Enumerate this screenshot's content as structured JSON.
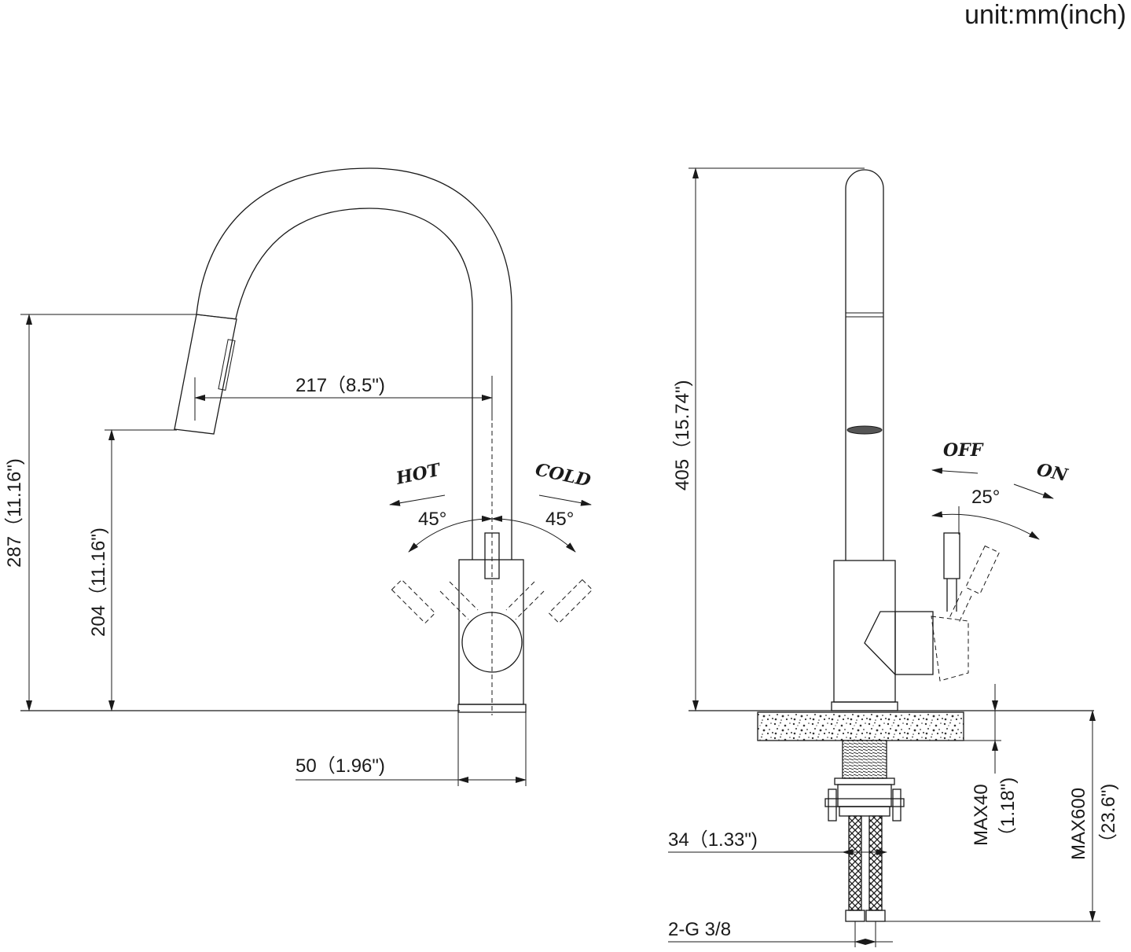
{
  "unit_label": "unit:mm(inch)",
  "front_view": {
    "dim_height_total": "287（11.16\")",
    "dim_height_spout": "204（11.16\")",
    "dim_reach": "217（8.5\")",
    "dim_base": "50（1.96\")",
    "label_hot": "HOT",
    "label_cold": "COLD",
    "angle_hot": "45°",
    "angle_cold": "45°"
  },
  "side_view": {
    "dim_height": "405（15.74\")",
    "label_off": "OFF",
    "label_on": "ON",
    "angle": "25°",
    "dim_max40": "MAX40",
    "dim_max40_inch": "（1.18\")",
    "dim_max600": "MAX600",
    "dim_max600_inch": "（23.6\")",
    "dim_shank": "34（1.33\")",
    "dim_thread": "2-G 3/8"
  },
  "colors": {
    "line": "#1a1a1a",
    "background": "#ffffff"
  }
}
